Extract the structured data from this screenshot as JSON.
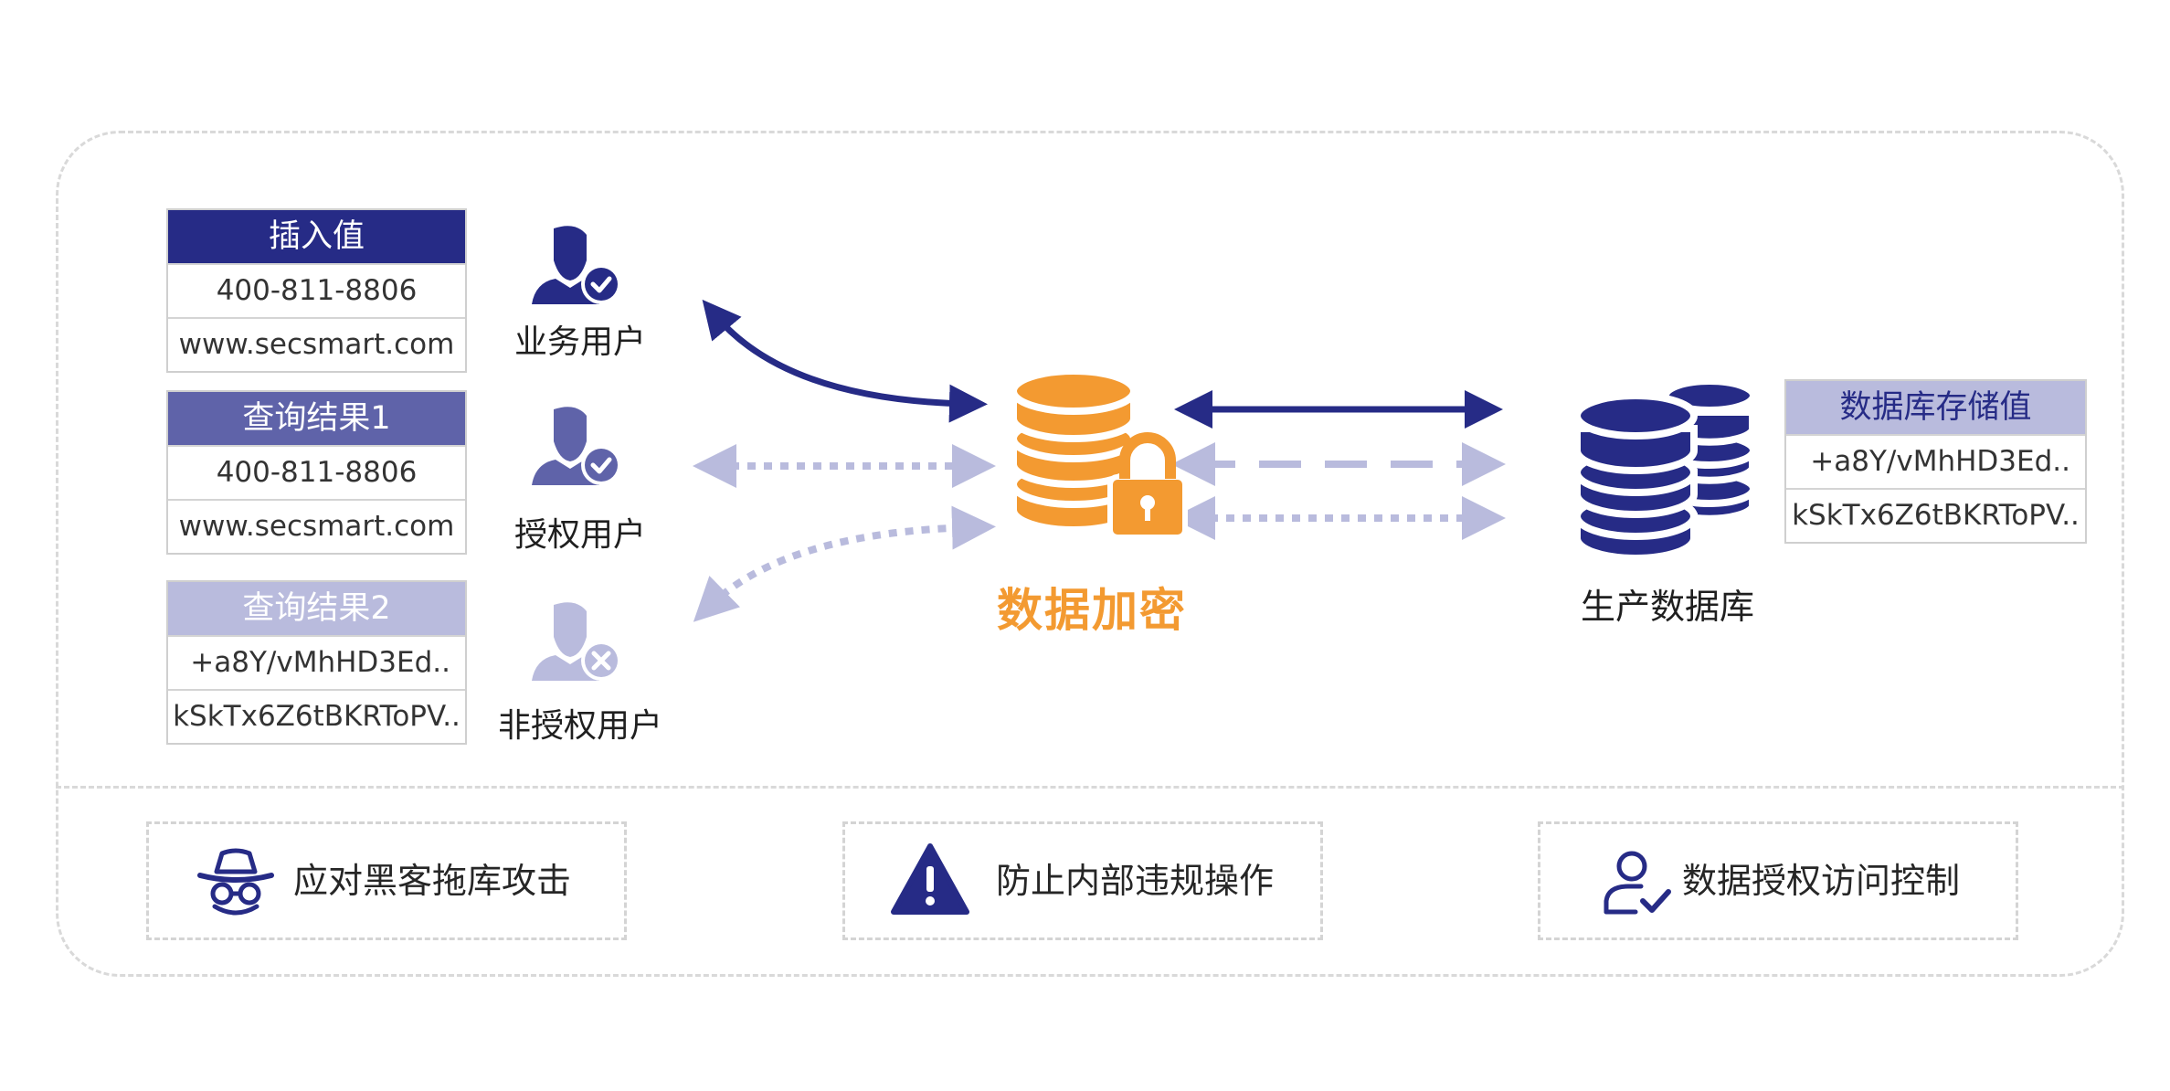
{
  "tables": {
    "insert": {
      "header": "插入值",
      "rows": [
        "400-811-8806",
        "www.secsmart.com"
      ]
    },
    "result1": {
      "header": "查询结果1",
      "rows": [
        "400-811-8806",
        "www.secsmart.com"
      ]
    },
    "result2": {
      "header": "查询结果2",
      "rows": [
        "+a8Y/vMhHD3Ed..",
        "kSkTx6Z6tBKRToPV.."
      ]
    },
    "stored": {
      "header": "数据库存储值",
      "rows": [
        "+a8Y/vMhHD3Ed..",
        "kSkTx6Z6tBKRToPV.."
      ]
    }
  },
  "users": {
    "business": "业务用户",
    "authorized": "授权用户",
    "unauthorized": "非授权用户"
  },
  "center_label": "数据加密",
  "db_label": "生产数据库",
  "features": [
    {
      "icon": "hacker-icon",
      "label": "应对黑客拖库攻击"
    },
    {
      "icon": "warning-icon",
      "label": "防止内部违规操作"
    },
    {
      "icon": "user-check-icon",
      "label": "数据授权访问控制"
    }
  ],
  "colors": {
    "navy": "#262b86",
    "mid": "#5f63a9",
    "light": "#b9bbdd",
    "orange": "#f39a31"
  }
}
